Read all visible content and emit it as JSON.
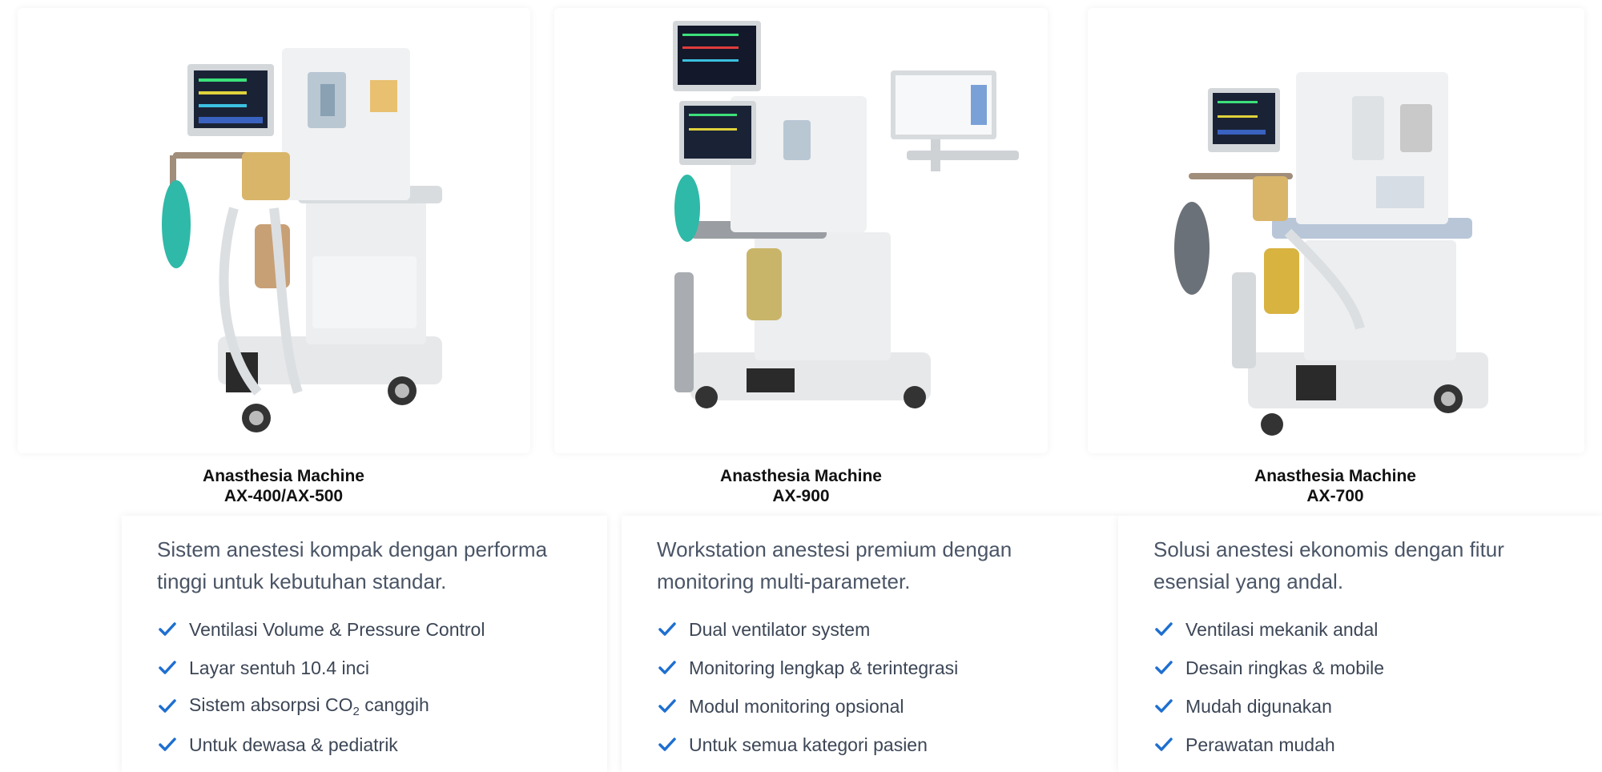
{
  "accent_color": "#1e6fd0",
  "products": [
    {
      "title_line1": "Anasthesia Machine",
      "title_line2": "AX-400/AX-500",
      "description": "Sistem anestesi kompak dengan performa tinggi untuk kebutuhan standar.",
      "features": [
        "Ventilasi Volume & Pressure Control",
        "Layar sentuh 10.4 inci",
        "Sistem absorpsi CO",
        "Untuk dewasa & pediatrik"
      ],
      "feature_3_subscript": "2",
      "feature_3_suffix": " canggih",
      "image_icon": "anesthesia-machine-ax400-image"
    },
    {
      "title_line1": "Anasthesia Machine",
      "title_line2": "AX-900",
      "description": "Workstation anestesi premium dengan monitoring multi-parameter.",
      "features": [
        "Dual ventilator system",
        "Monitoring lengkap & terintegrasi",
        "Modul monitoring opsional",
        "Untuk semua kategori pasien"
      ],
      "image_icon": "anesthesia-machine-ax900-image"
    },
    {
      "title_line1": "Anasthesia Machine",
      "title_line2": "AX-700",
      "description": "Solusi anestesi ekonomis dengan fitur esensial yang andal.",
      "features": [
        "Ventilasi mekanik andal",
        "Desain ringkas & mobile",
        "Mudah digunakan",
        "Perawatan mudah"
      ],
      "image_icon": "anesthesia-machine-ax700-image"
    }
  ]
}
